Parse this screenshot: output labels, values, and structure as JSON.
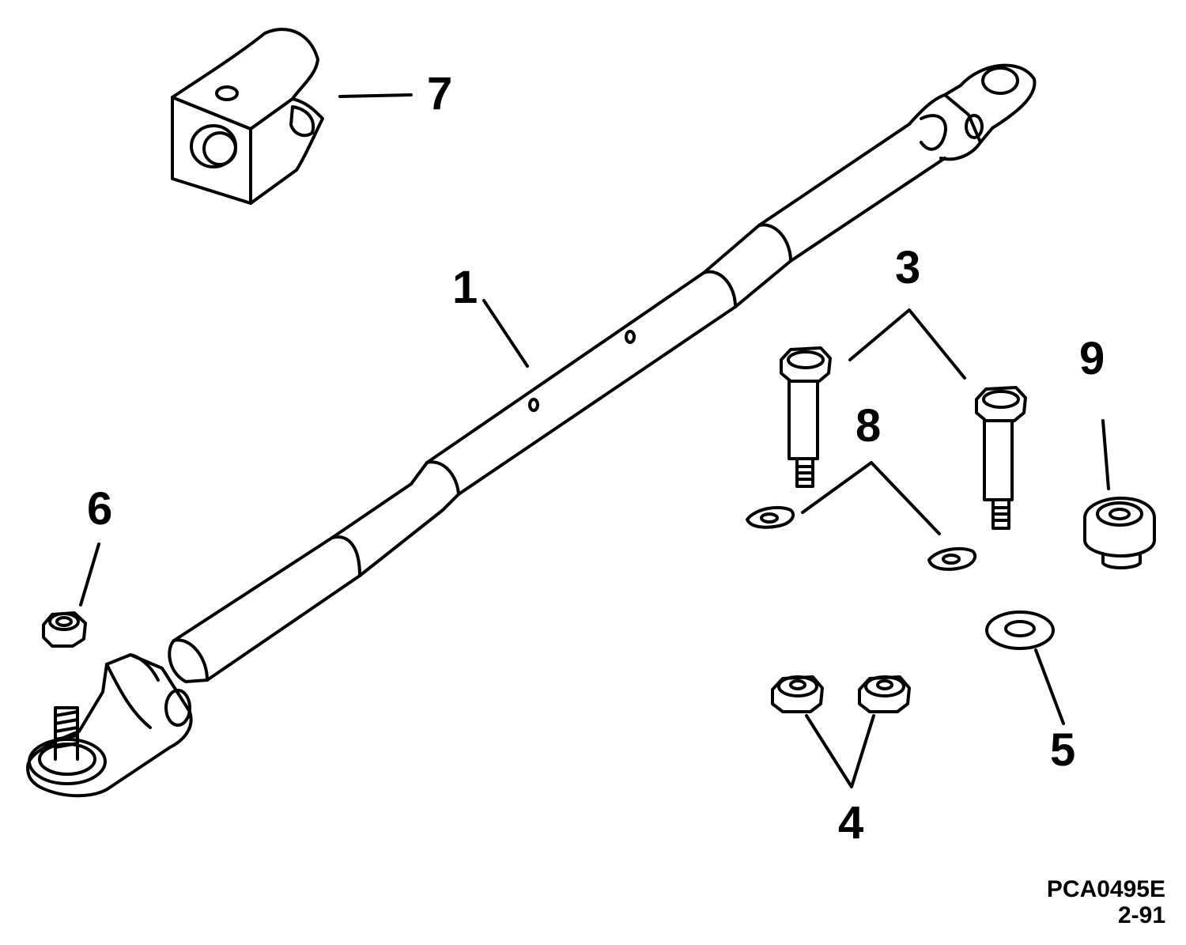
{
  "callouts": {
    "p1": "1",
    "p3": "3",
    "p4": "4",
    "p5": "5",
    "p6": "6",
    "p7": "7",
    "p8": "8",
    "p9": "9"
  },
  "drawing_code": {
    "id": "PCA0495E",
    "date": "2-91"
  }
}
